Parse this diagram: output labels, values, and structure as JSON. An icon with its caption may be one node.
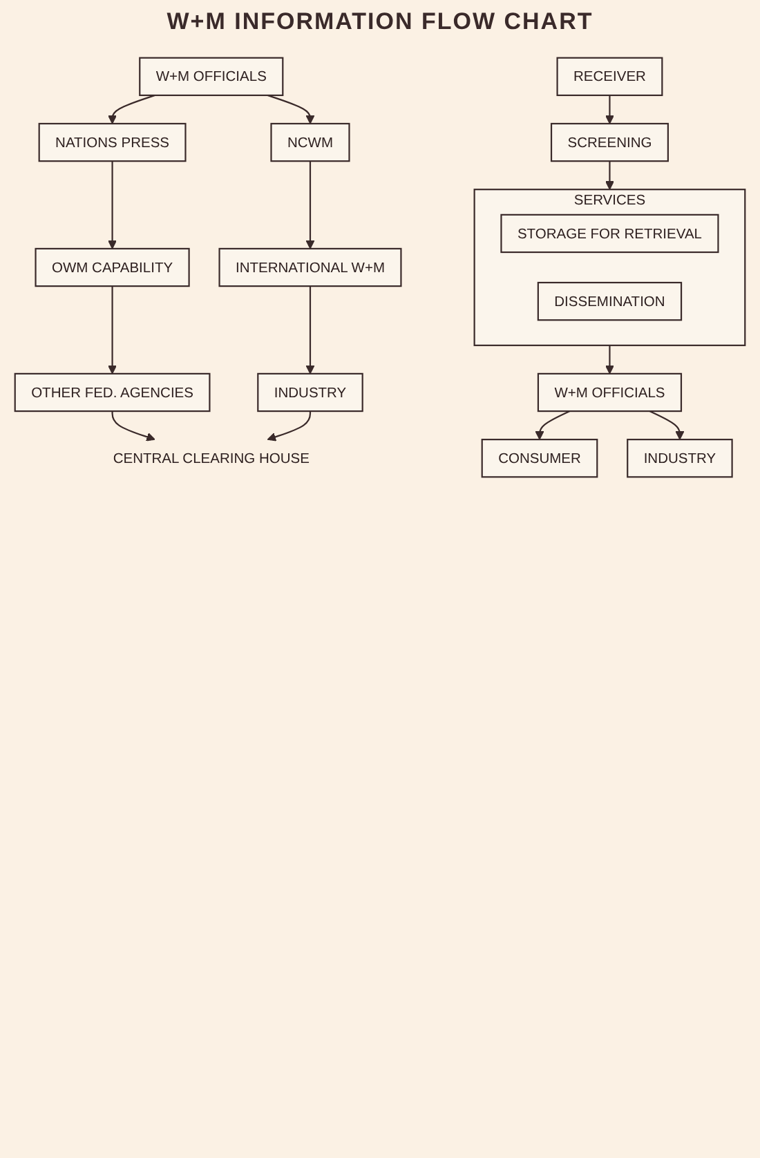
{
  "diagram": {
    "title": "W+M INFORMATION FLOW CHART",
    "nodes": [
      {
        "text": [
          "W+M OFFICIALS"
        ]
      },
      {
        "text": [
          "NATIONS PRESS"
        ]
      },
      {
        "text": [
          "OWM CAPABILITY"
        ]
      },
      {
        "text": [
          "OTHER FED. AGENCIES"
        ]
      },
      {
        "text": [
          "NCWM"
        ]
      },
      {
        "text": [
          "INTERNATIONAL W+M"
        ]
      },
      {
        "text": [
          "INDUSTRY"
        ]
      },
      {
        "text": [
          "CENTRAL CLEARING HOUSE"
        ]
      },
      {
        "text": [
          "RECEIVER"
        ]
      },
      {
        "text": [
          "SCREENING"
        ]
      },
      {
        "text": [
          "SERVICES"
        ]
      },
      {
        "text": [
          "STORAGE FOR RETRIEVAL"
        ],
        "in": 10
      },
      {
        "text": [
          "DISSEMINATION"
        ],
        "in": 10
      },
      {
        "text": [
          "CONSUMER"
        ]
      },
      {
        "text": [
          "W+M OFFICIALS"
        ]
      },
      {
        "text": [
          "INDUSTRY"
        ]
      }
    ],
    "edges": [
      {
        "from": 0,
        "to": 1,
        "arrow": "to"
      },
      {
        "from": 1,
        "to": 2,
        "arrow": "to"
      },
      {
        "from": 2,
        "to": 3,
        "arrow": "to"
      },
      {
        "from": 0,
        "to": 4,
        "arrow": "to"
      },
      {
        "from": 4,
        "to": 5,
        "arrow": "to"
      },
      {
        "from": 5,
        "to": 6,
        "arrow": "to"
      },
      {
        "from": 3,
        "to": 7,
        "arrow": "to"
      },
      {
        "from": 6,
        "to": 7,
        "arrow": "to"
      },
      {
        "from": 8,
        "to": 9,
        "arrow": "to"
      },
      {
        "from": 9,
        "to": 10,
        "arrow": "to"
      },
      {
        "from": 10,
        "to": 14,
        "arrow": "to"
      },
      {
        "from": 14,
        "to": 13,
        "arrow": "to"
      },
      {
        "from": 14,
        "to": 15,
        "arrow": "to"
      }
    ]
  }
}
